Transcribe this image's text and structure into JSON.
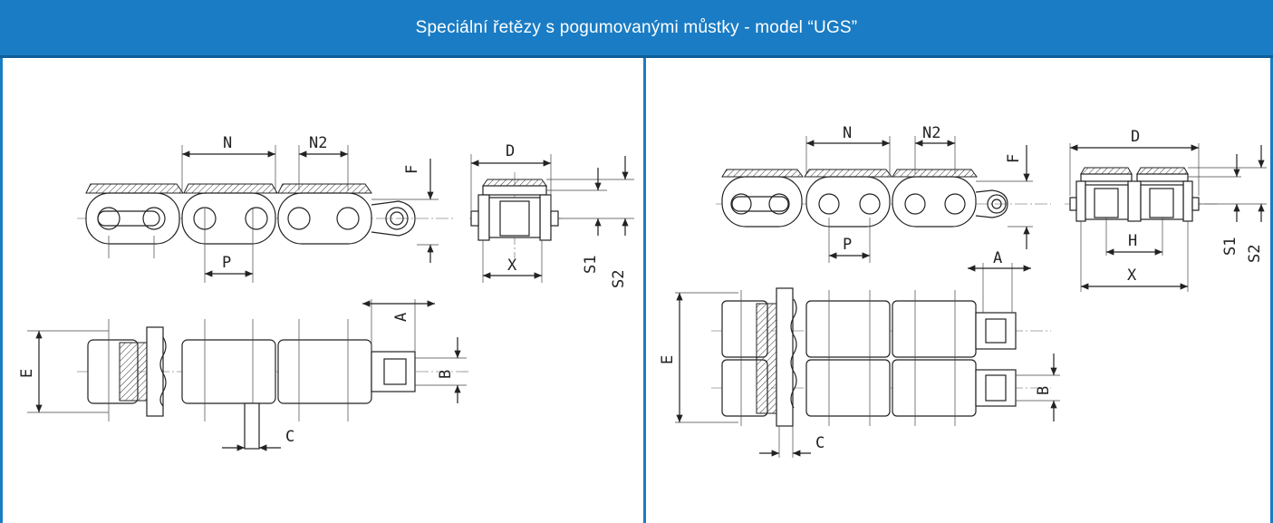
{
  "header": {
    "title": "Speciální řetězy s pogumovanými můstky - model “UGS”"
  },
  "left_drawing": {
    "labels": {
      "n": "N",
      "n2": "N2",
      "d": "D",
      "f": "F",
      "p": "P",
      "x": "X",
      "s1": "S1",
      "s2": "S2",
      "a": "A",
      "b": "B",
      "c": "C",
      "e": "E"
    }
  },
  "right_drawing": {
    "labels": {
      "n": "N",
      "n2": "N2",
      "d": "D",
      "f": "F",
      "p": "P",
      "h": "H",
      "x": "X",
      "s1": "S1",
      "s2": "S2",
      "a": "A",
      "b": "B",
      "c": "C",
      "e": "E"
    }
  },
  "colors": {
    "header": "#1a7cc4",
    "border": "#1a7cc4",
    "header_text": "#ffffff"
  }
}
